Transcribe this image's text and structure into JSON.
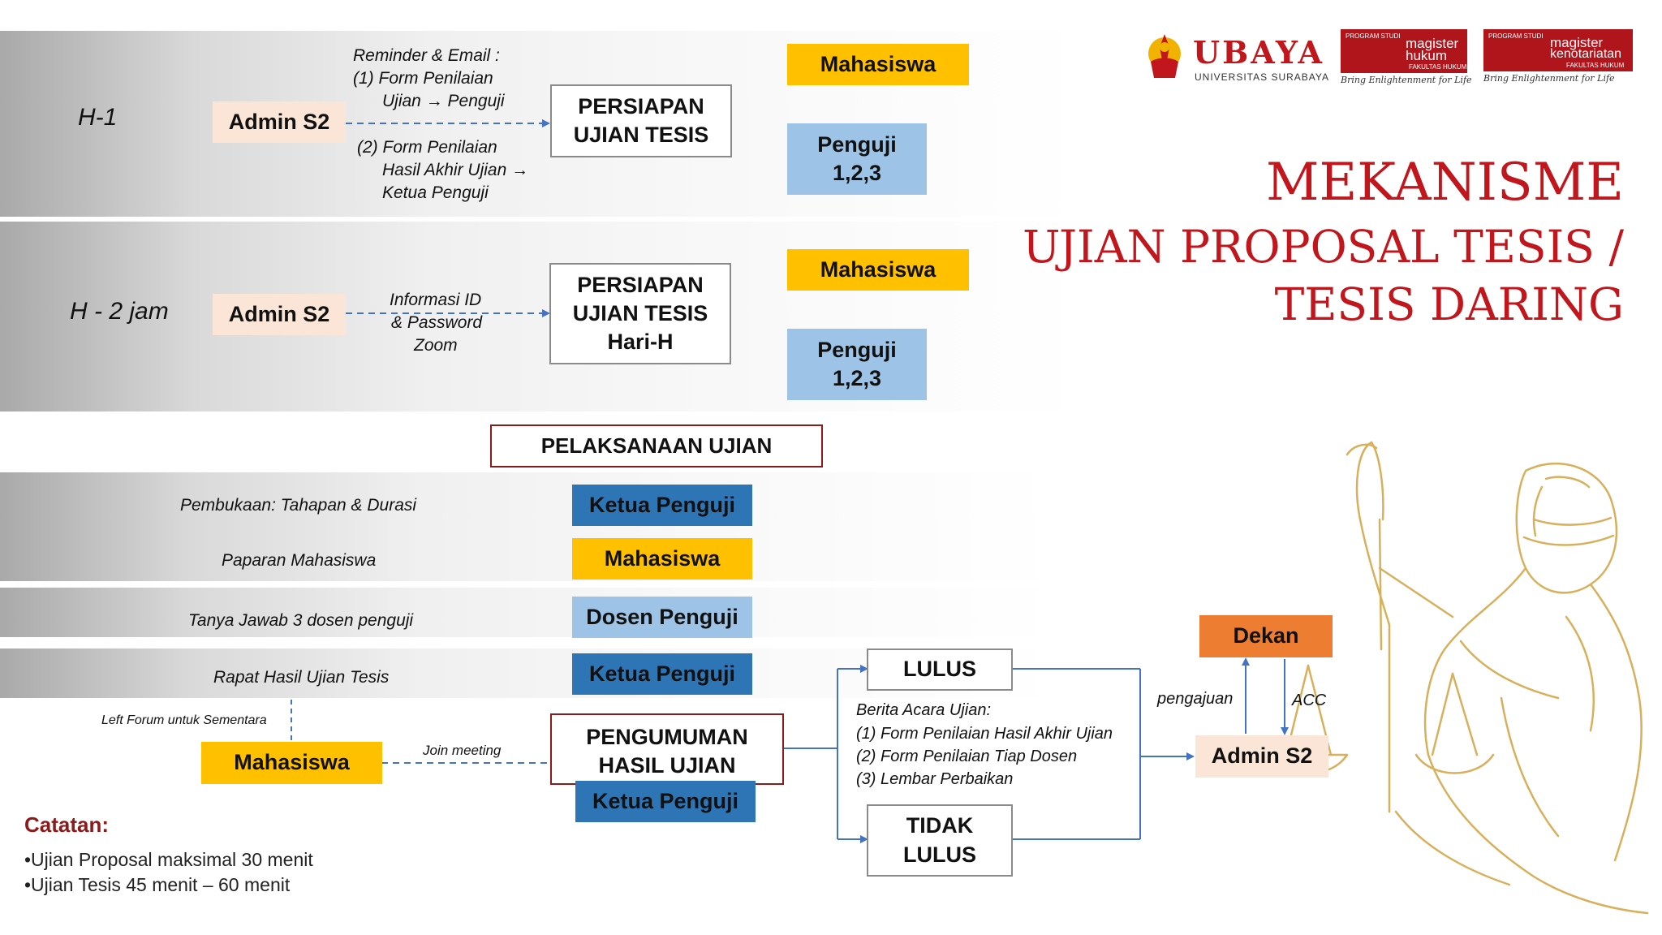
{
  "stages": {
    "h1": "H-1",
    "h2jam": "H - 2 jam"
  },
  "row1": {
    "admin": "Admin S2",
    "note_head": "Reminder & Email :",
    "note_1a": "(1)  Form Penilaian",
    "note_1b": "Ujian → Penguji",
    "note_2a": "(2) Form Penilaian",
    "note_2b": "Hasil Akhir Ujian →",
    "note_2c": "Ketua Penguji",
    "center_line1": "PERSIAPAN",
    "center_line2": "UJIAN TESIS",
    "mahasiswa": "Mahasiswa",
    "penguji_line1": "Penguji",
    "penguji_line2": "1,2,3"
  },
  "row2": {
    "admin": "Admin S2",
    "note_1": "Informasi ID",
    "note_2": "& Password",
    "note_3": "Zoom",
    "center_line1": "PERSIAPAN",
    "center_line2": "UJIAN TESIS",
    "center_line3": "Hari-H",
    "mahasiswa": "Mahasiswa",
    "penguji_line1": "Penguji",
    "penguji_line2": "1,2,3"
  },
  "pelaksanaan": {
    "title": "PELAKSANAAN UJIAN",
    "steps": [
      {
        "text": "Pembukaan: Tahapan & Durasi",
        "actor": "Ketua Penguji"
      },
      {
        "text": "Paparan Mahasiswa",
        "actor": "Mahasiswa"
      },
      {
        "text": "Tanya Jawab 3 dosen penguji",
        "actor": "Dosen Penguji"
      },
      {
        "text": "Rapat Hasil Ujian Tesis",
        "actor": "Ketua Penguji"
      }
    ]
  },
  "bottom": {
    "left_forum": "Left Forum untuk Sementara",
    "mahasiswa": "Mahasiswa",
    "join": "Join meeting",
    "pengumuman_line1": "PENGUMUMAN",
    "pengumuman_line2": "HASIL UJIAN",
    "ketua": "Ketua Penguji",
    "lulus": "LULUS",
    "tidak_line1": "TIDAK",
    "tidak_line2": "LULUS",
    "berita_head": "Berita Acara Ujian:",
    "berita_1": "(1)  Form Penilaian Hasil Akhir Ujian",
    "berita_2": "(2)  Form Penilaian Tiap Dosen",
    "berita_3": "(3)  Lembar Perbaikan",
    "dekan": "Dekan",
    "admin": "Admin S2",
    "pengajuan": "pengajuan",
    "acc": "ACC"
  },
  "notes": {
    "title": "Catatan:",
    "items": [
      "•Ujian Proposal maksimal 30 menit",
      "•Ujian Tesis 45 menit – 60 menit"
    ]
  },
  "title": {
    "line1": "MEKANISME",
    "line2": "UJIAN PROPOSAL TESIS /",
    "line3": "TESIS DARING"
  },
  "logos": {
    "ubaya_name": "UBAYA",
    "ubaya_sub": "UNIVERSITAS SURABAYA",
    "hukum_program": "PROGRAM STUDI",
    "hukum_name1": "magister",
    "hukum_name2": "hukum",
    "hukum_faculty": "FAKULTAS HUKUM",
    "hukum_tagline": "Bring Enlightenment for Life",
    "kenot_program": "PROGRAM STUDI",
    "kenot_name1": "magister",
    "kenot_name2": "kenotariatan",
    "kenot_faculty": "FAKULTAS HUKUM",
    "kenot_tagline": "Bring Enlightenment for Life"
  },
  "colors": {
    "title_red": "#c0161c",
    "yellow": "#ffc000",
    "light_blue": "#9dc3e6",
    "dark_blue": "#2e75b6",
    "peach": "#fbe5d6",
    "orange": "#ed7d31",
    "arrow_blue": "#4472c4",
    "gold_line": "#d4a84b"
  }
}
